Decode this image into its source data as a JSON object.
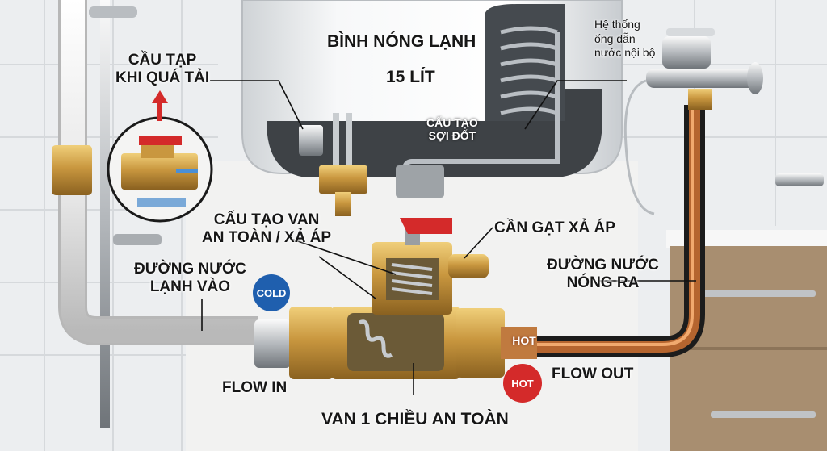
{
  "heater": {
    "title": "BÌNH NÓNG LẠNH",
    "capacity": "15 LÍT",
    "element_label_1": "CẤU TẠO",
    "element_label_2": "SỢI ĐỐT"
  },
  "overload": {
    "line1": "CẦU TẠP",
    "line2": "KHI QUÁ TẢI"
  },
  "pipe_system": {
    "line1": "Hệ thống",
    "line2": "ống dẫn",
    "line3": "nước nội bộ"
  },
  "valve_structure": {
    "line1": "CẤU TẠO VAN",
    "line2": "AN TOÀN / XẢ ÁP"
  },
  "relief_lever": {
    "label": "CẦN GẠT XẢ ÁP"
  },
  "cold_in": {
    "line1": "ĐƯỜNG NƯỚC",
    "line2": "LẠNH VÀO",
    "badge": "COLD",
    "flow": "FLOW IN"
  },
  "hot_out": {
    "line1": "ĐƯỜNG NƯỚC",
    "line2": "NÓNG RA",
    "badge": "HOT",
    "badge2": "HOT",
    "flow": "FLOW OUT"
  },
  "check_valve": {
    "label": "VAN 1 CHIỀU AN TOÀN"
  },
  "colors": {
    "cold": "#1f5fae",
    "hot": "#d42a2a",
    "brass": "#c9973f",
    "copper": "#b5652f"
  }
}
